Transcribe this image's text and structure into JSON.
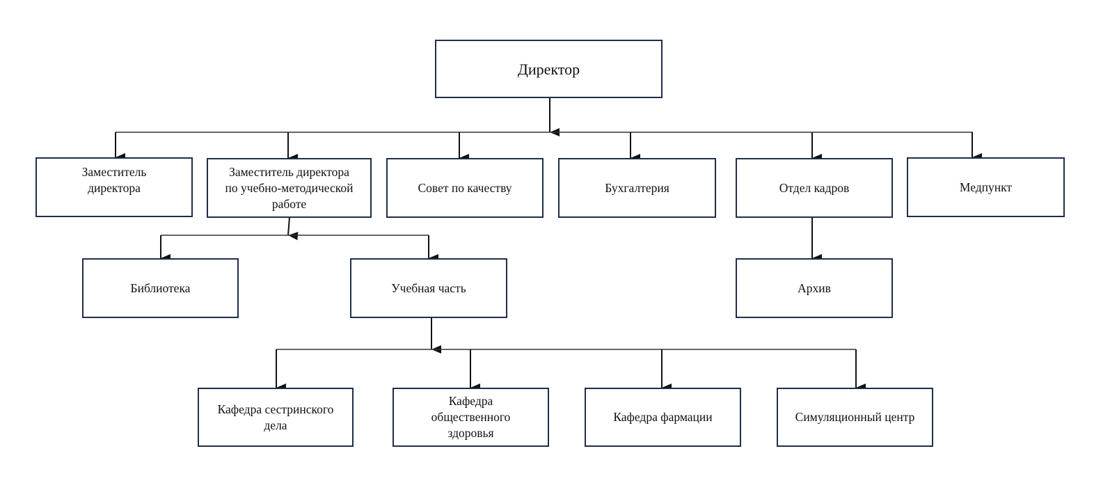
{
  "nodes": {
    "director": "Директор",
    "deputy": "Заместитель\nдиректора",
    "deputy_academic": "Заместитель директора\nпо  учебно-методической\nработе",
    "quality_council": "Совет по качеству",
    "accounting": "Бухгалтерия",
    "hr": "Отдел кадров",
    "medical_office": "Медпункт",
    "library": "Библиотека",
    "academic_office": "Учебная часть",
    "archive": "Архив",
    "nursing_dept": "Кафедра сестринского\nдела",
    "public_health_dept": "Кафедра\nобщественного\nздоровья",
    "pharmacy_dept": "Кафедра фармации",
    "simulation_center": "Симуляционный центр"
  },
  "colors": {
    "box_border": "#1f2d4a",
    "connector": "#333333",
    "arrow": "#111111"
  }
}
